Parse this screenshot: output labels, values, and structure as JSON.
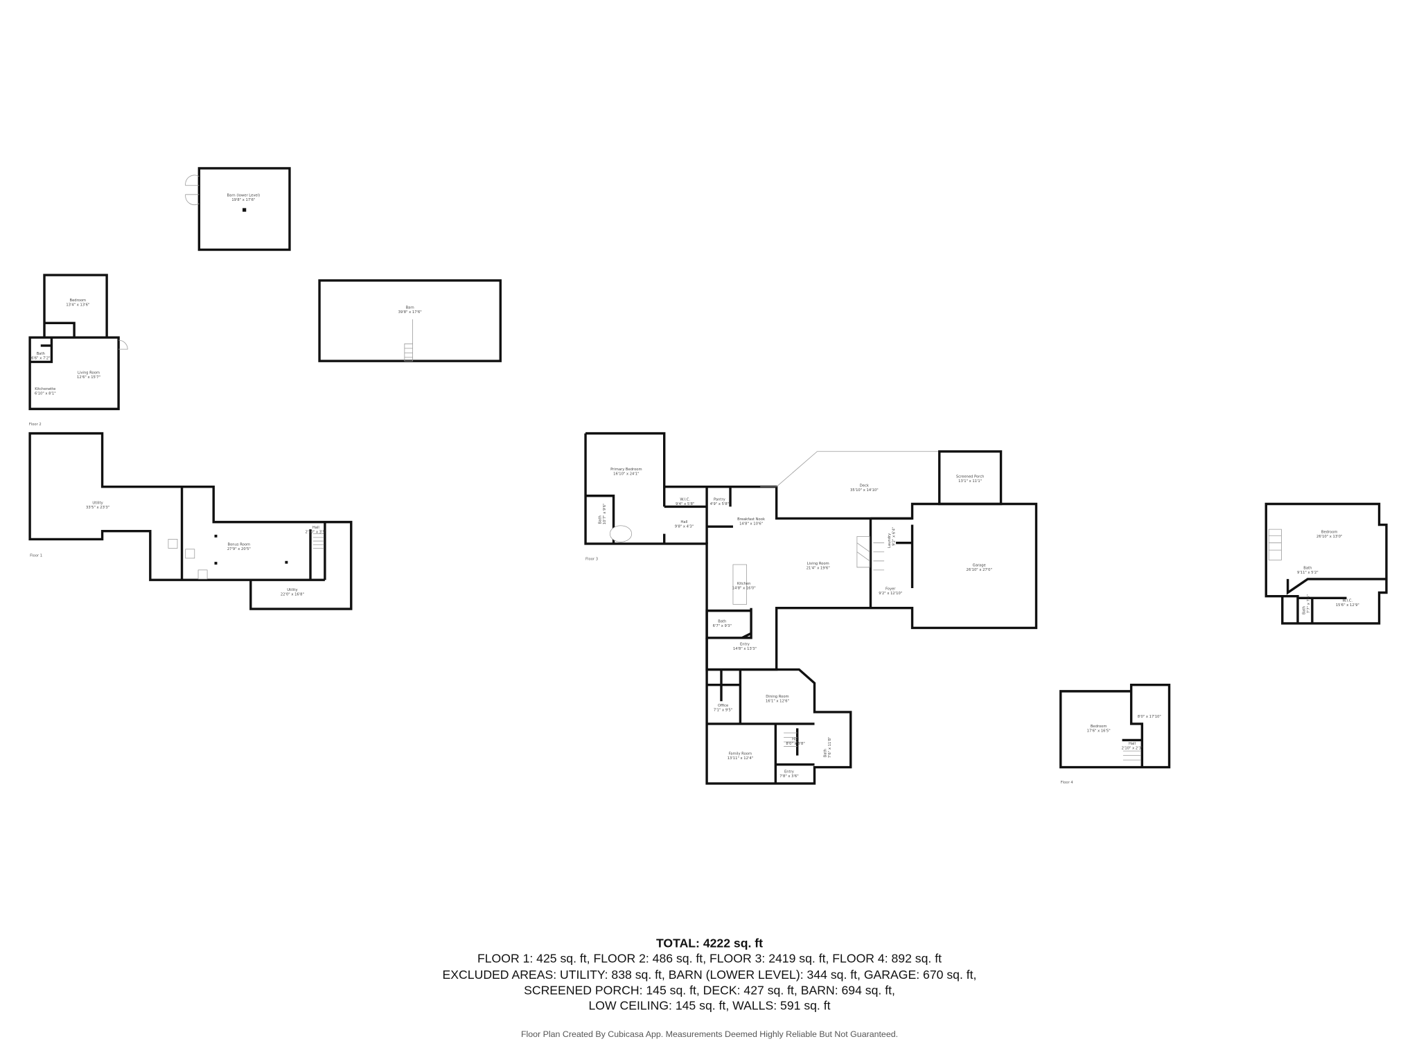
{
  "outbuildings": {
    "barn_lower": {
      "name": "Barn (lower Level)",
      "dims": "19'8\" x 17'6\""
    },
    "barn": {
      "name": "Barn",
      "dims": "39'8\" x 17'6\""
    }
  },
  "floor2": {
    "label": "Floor 2",
    "rooms": [
      {
        "name": "Bedroom",
        "dims": "13'4\" x 13'6\""
      },
      {
        "name": "Bath",
        "dims": "6'6\" x 7'2\""
      },
      {
        "name": "Living Room",
        "dims": "12'6\" x 15'7\""
      },
      {
        "name": "Kitchenette",
        "dims": "6'10\" x 8'1\""
      }
    ]
  },
  "floor1": {
    "label": "Floor 1",
    "rooms": [
      {
        "name": "Utility",
        "dims": "33'5\" x 23'3\""
      },
      {
        "name": "Bonus Room",
        "dims": "27'9\" x 20'5\""
      },
      {
        "name": "Hall",
        "dims": "2'10\" x 3'5\""
      },
      {
        "name": "Utility",
        "dims": "22'0\" x 16'8\""
      }
    ]
  },
  "floor3": {
    "label": "Floor 3",
    "rooms": [
      {
        "name": "Primary Bedroom",
        "dims": "16'10\" x 24'1\""
      },
      {
        "name": "Bath",
        "dims": "10'7\" x 9'6\""
      },
      {
        "name": "W.I.C.",
        "dims": "9'4\" x 5'8\""
      },
      {
        "name": "Pantry",
        "dims": "4'9\" x 5'8\""
      },
      {
        "name": "Hall",
        "dims": "9'8\" x 4'3\""
      },
      {
        "name": "Breakfast Nook",
        "dims": "14'8\" x 10'6\""
      },
      {
        "name": "Deck",
        "dims": "35'10\" x 14'10\""
      },
      {
        "name": "Screened Porch",
        "dims": "13'1\" x 11'1\""
      },
      {
        "name": "Living Room",
        "dims": "21'4\" x 19'6\""
      },
      {
        "name": "Laundry",
        "dims": "9'2\" x 6'4\""
      },
      {
        "name": "Garage",
        "dims": "26'10\" x 27'0\""
      },
      {
        "name": "Kitchen",
        "dims": "14'8\" x 16'0\""
      },
      {
        "name": "Foyer",
        "dims": "9'2\" x 12'10\""
      },
      {
        "name": "Bath",
        "dims": "6'7\" x 9'3\""
      },
      {
        "name": "Entry",
        "dims": "14'8\" x 13'3\""
      },
      {
        "name": "Dining Room",
        "dims": "16'1\" x 12'6\""
      },
      {
        "name": "Office",
        "dims": "7'1\" x 9'5\""
      },
      {
        "name": "Hall",
        "dims": "8'0\" x 8'8\""
      },
      {
        "name": "Bath",
        "dims": "7'6\" x 11'8\""
      },
      {
        "name": "Family Room",
        "dims": "13'11\" x 12'4\""
      },
      {
        "name": "Entry",
        "dims": "7'8\" x 3'6\""
      }
    ]
  },
  "floor4": {
    "label": "Floor 4",
    "rooms": [
      {
        "name": "Bedroom",
        "dims": "26'10\" x 13'0\""
      },
      {
        "name": "Bath",
        "dims": "9'11\" x 5'2\""
      },
      {
        "name": "Bath",
        "dims": "7'7\" x 7'4\""
      },
      {
        "name": "W.I.C.",
        "dims": "15'6\" x 12'9\""
      },
      {
        "name": "Bedroom",
        "dims": "17'6\" x 16'5\""
      },
      {
        "name": "",
        "dims": "8'0\" x 17'10\""
      },
      {
        "name": "Hall",
        "dims": "2'10\" x 2'3\""
      }
    ]
  },
  "summary": {
    "total": "TOTAL: 4222 sq. ft",
    "lines": [
      "FLOOR 1: 425 sq. ft, FLOOR 2: 486 sq. ft, FLOOR 3: 2419 sq. ft, FLOOR 4: 892 sq. ft",
      "EXCLUDED AREAS: UTILITY: 838 sq. ft, BARN (LOWER LEVEL): 344 sq. ft, GARAGE: 670 sq. ft,",
      "SCREENED PORCH: 145 sq. ft, DECK: 427 sq. ft, BARN: 694 sq. ft,",
      "LOW CEILING: 145 sq. ft, WALLS: 591 sq. ft"
    ],
    "disclaimer": "Floor Plan Created By Cubicasa App. Measurements Deemed Highly Reliable But Not Guaranteed."
  }
}
